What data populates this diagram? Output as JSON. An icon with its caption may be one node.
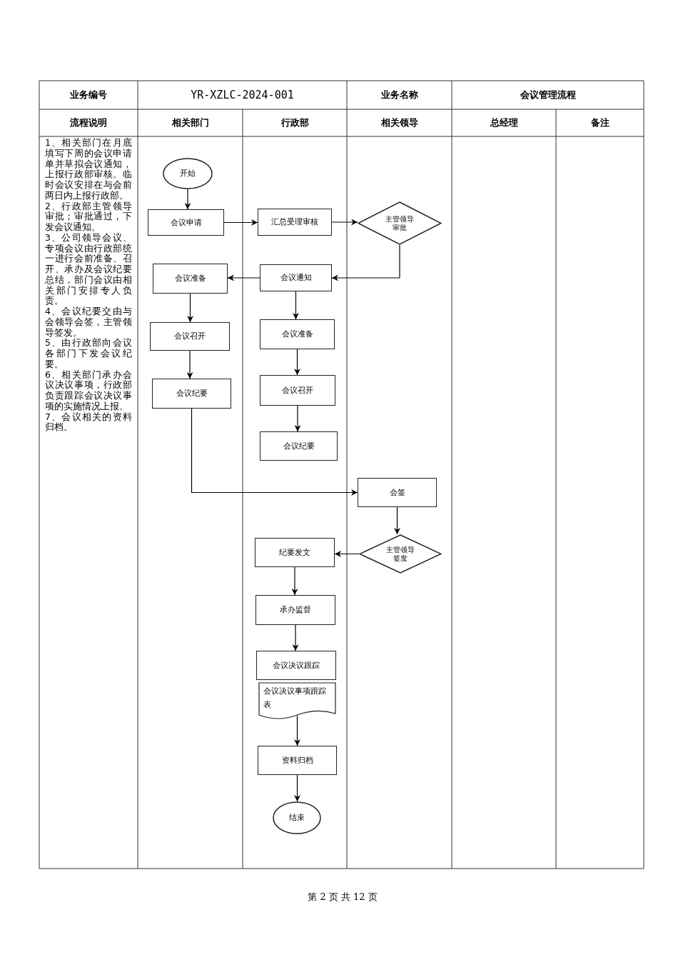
{
  "diagram": {
    "nodes": [
      {
        "text": [
          "开始"
        ]
      },
      {
        "text": [
          "会议申请"
        ]
      },
      {
        "text": [
          "汇总受理审核"
        ]
      },
      {
        "text": [
          "主管领导审批"
        ]
      },
      {
        "text": [
          "会议通知"
        ]
      },
      {
        "text": [
          "会议准备"
        ]
      },
      {
        "text": [
          "会议准备"
        ]
      },
      {
        "text": [
          "会议召开"
        ]
      },
      {
        "text": [
          "会议召开"
        ]
      },
      {
        "text": [
          "会议纪要"
        ]
      },
      {
        "text": [
          "会议纪要"
        ]
      },
      {
        "text": [
          "会签"
        ]
      },
      {
        "text": [
          "主管领导签发"
        ]
      },
      {
        "text": [
          "纪要发文"
        ]
      },
      {
        "text": [
          "承办监督"
        ]
      },
      {
        "text": [
          "会议决议跟踪"
        ]
      },
      {
        "text": [
          "会议决议事项跟踪表"
        ]
      },
      {
        "text": [
          "资料归档"
        ]
      },
      {
        "text": [
          "结束"
        ]
      }
    ],
    "edges": [
      {
        "from": 0,
        "to": 1,
        "arrow": "to"
      },
      {
        "from": 1,
        "to": 2,
        "arrow": "to"
      },
      {
        "from": 2,
        "to": 3,
        "arrow": "to"
      },
      {
        "from": 3,
        "to": 4,
        "arrow": "to"
      },
      {
        "from": 4,
        "to": 5,
        "arrow": "to"
      },
      {
        "from": 4,
        "to": 6,
        "arrow": "to"
      },
      {
        "from": 5,
        "to": 7,
        "arrow": "to"
      },
      {
        "from": 6,
        "to": 8,
        "arrow": "to"
      },
      {
        "from": 7,
        "to": 9,
        "arrow": "to"
      },
      {
        "from": 8,
        "to": 10,
        "arrow": "to"
      },
      {
        "from": 9,
        "to": 11,
        "arrow": "to"
      },
      {
        "from": 11,
        "to": 12,
        "arrow": "to"
      },
      {
        "from": 12,
        "to": 13,
        "arrow": "to"
      },
      {
        "from": 13,
        "to": 14,
        "arrow": "to"
      },
      {
        "from": 14,
        "to": 15,
        "arrow": "to"
      },
      {
        "from": 16,
        "to": 17,
        "arrow": "to"
      },
      {
        "from": 17,
        "to": 18,
        "arrow": "to"
      }
    ],
    "labels": [
      "业务编号",
      "YR-XZLC-2024-001",
      "业务名称",
      "会议管理流程",
      "流程说明",
      "相关部门",
      "行政部",
      "相关领导",
      "总经理",
      "备注",
      "1、相关部门在月底填写下周的会议申请单并草拟会议通知，上报行政部审核。临时会议安排在与会前两日内上报行政部。",
      "2、行政部主管领导审批；审批通过，下发会议通知。",
      "3、公司领导会议、专项会议由行政部统一进行会前准备、召开、承办及会议纪要总结，部门会议由相关部门安排专人负责。",
      "4、会议纪要交由与会领导会签，主管领导签发。",
      "5、由行政部向会议各部门下发会议纪要。",
      "6、相关部门承办会议决议事项，行政部负责跟踪会议决议事项的实施情况上报。",
      "7、会议相关的资料归档。",
      "第 2 页 共 12 页"
    ]
  }
}
